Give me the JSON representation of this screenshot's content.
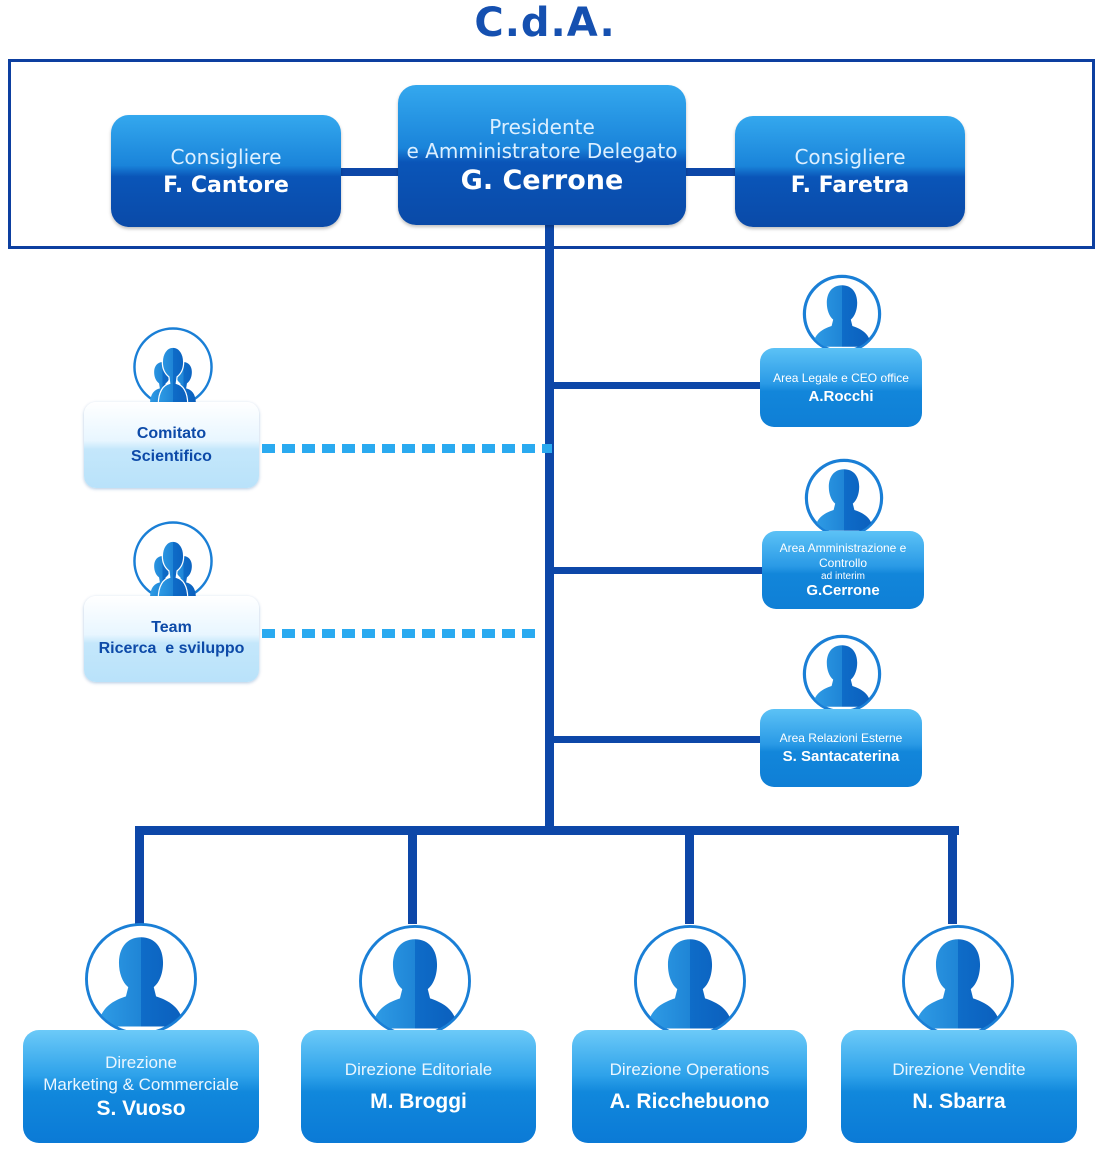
{
  "title": "C.d.A.",
  "board": {
    "left": {
      "role": "Consigliere",
      "name": "F. Cantore"
    },
    "center": {
      "role_line1": "Presidente",
      "role_line2": "e Amministratore Delegato",
      "name": "G. Cerrone"
    },
    "right": {
      "role": "Consigliere",
      "name": "F. Faretra"
    }
  },
  "staff_right": [
    {
      "role": "Area Legale e CEO office",
      "name": "A.Rocchi"
    },
    {
      "role_line1": "Area Amministrazione e",
      "role_line2": "Controllo",
      "sub": "ad interim",
      "name": "G.Cerrone"
    },
    {
      "role": "Area Relazioni Esterne",
      "name": "S. Santacaterina"
    }
  ],
  "staff_left": [
    {
      "line1": "Comitato",
      "line2": "Scientifico"
    },
    {
      "line1": "Team",
      "line2": "Ricerca  e sviluppo"
    }
  ],
  "directions": [
    {
      "role_line1": "Direzione",
      "role_line2": "Marketing & Commerciale",
      "name": "S. Vuoso"
    },
    {
      "role": "Direzione Editoriale",
      "name": "M. Broggi"
    },
    {
      "role": "Direzione Operations",
      "name": "A. Ricchebuono"
    },
    {
      "role": "Direzione Vendite",
      "name": "N. Sbarra"
    }
  ],
  "colors": {
    "primary": "#0d47a8",
    "accent": "#2aaaf0",
    "title": "#1550b0"
  },
  "icons": {
    "person": "person-icon",
    "group": "group-icon"
  }
}
